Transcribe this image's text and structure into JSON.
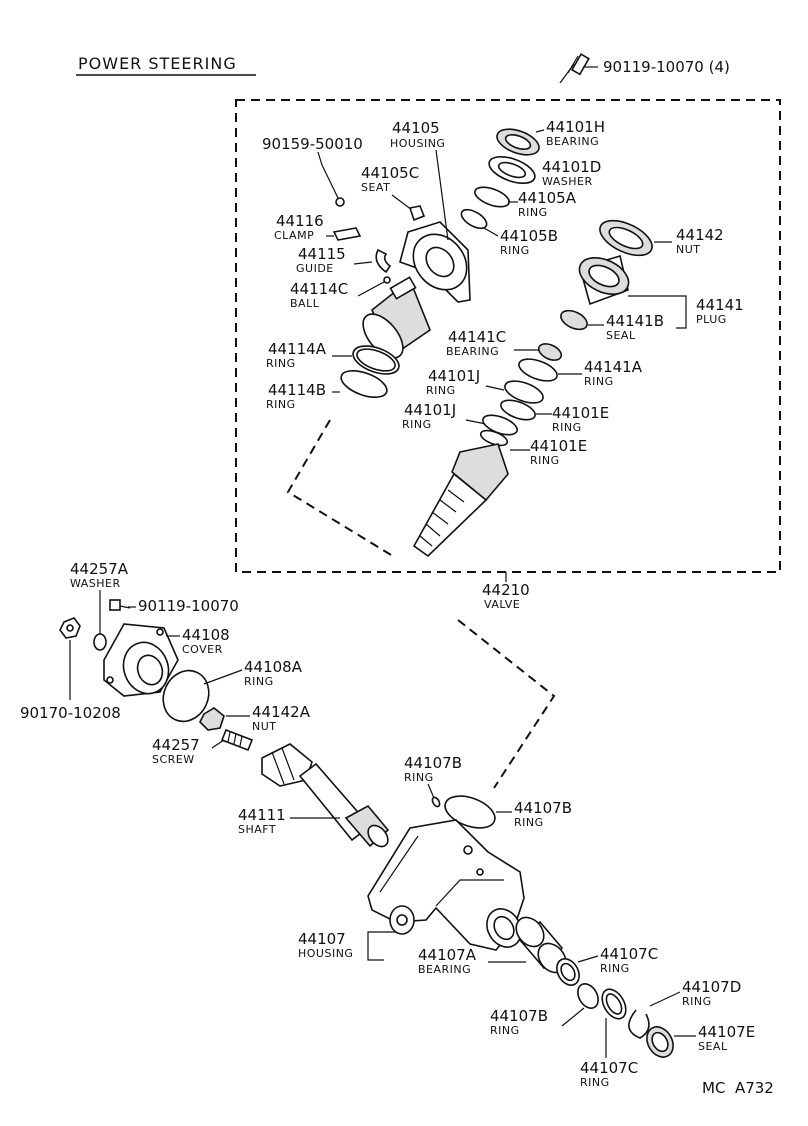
{
  "title": "POWER STEERING",
  "diagram_code": "MC  A732",
  "callouts": {
    "bolt_top": {
      "number": "90119-10070 (4)",
      "name": ""
    },
    "screw_50010": {
      "number": "90159-50010",
      "name": ""
    },
    "housing_valve": {
      "number": "44105",
      "name": "HOUSING"
    },
    "seat": {
      "number": "44105C",
      "name": "SEAT"
    },
    "clamp": {
      "number": "44116",
      "name": "CLAMP"
    },
    "guide": {
      "number": "44115",
      "name": "GUIDE"
    },
    "ball": {
      "number": "44114C",
      "name": "BALL"
    },
    "ring_44114a": {
      "number": "44114A",
      "name": "RING"
    },
    "ring_44114b": {
      "number": "44114B",
      "name": "RING"
    },
    "bearing_44101h": {
      "number": "44101H",
      "name": "BEARING"
    },
    "washer_44101d": {
      "number": "44101D",
      "name": "WASHER"
    },
    "ring_44105a": {
      "number": "44105A",
      "name": "RING"
    },
    "ring_44105b": {
      "number": "44105B",
      "name": "RING"
    },
    "nut_44142": {
      "number": "44142",
      "name": "NUT"
    },
    "plug_44141": {
      "number": "44141",
      "name": "PLUG"
    },
    "seal_44141b": {
      "number": "44141B",
      "name": "SEAL"
    },
    "bearing_44141c": {
      "number": "44141C",
      "name": "BEARING"
    },
    "ring_44141a": {
      "number": "44141A",
      "name": "RING"
    },
    "ring_44101j_a": {
      "number": "44101J",
      "name": "RING"
    },
    "ring_44101j_b": {
      "number": "44101J",
      "name": "RING"
    },
    "ring_44101e_a": {
      "number": "44101E",
      "name": "RING"
    },
    "ring_44101e_b": {
      "number": "44101E",
      "name": "RING"
    },
    "valve": {
      "number": "44210",
      "name": "VALVE"
    },
    "washer_44257a": {
      "number": "44257A",
      "name": "WASHER"
    },
    "bolt_side": {
      "number": "90119-10070",
      "name": ""
    },
    "cover": {
      "number": "44108",
      "name": "COVER"
    },
    "ring_44108a": {
      "number": "44108A",
      "name": "RING"
    },
    "nut_90170": {
      "number": "90170-10208",
      "name": ""
    },
    "nut_44142a": {
      "number": "44142A",
      "name": "NUT"
    },
    "screw_44257": {
      "number": "44257",
      "name": "SCREW"
    },
    "shaft": {
      "number": "44111",
      "name": "SHAFT"
    },
    "ring_44107b_small": {
      "number": "44107B",
      "name": "RING"
    },
    "ring_44107b_right": {
      "number": "44107B",
      "name": "RING"
    },
    "housing_main": {
      "number": "44107",
      "name": "HOUSING"
    },
    "bearing_44107a": {
      "number": "44107A",
      "name": "BEARING"
    },
    "ring_44107c_a": {
      "number": "44107C",
      "name": "RING"
    },
    "ring_44107b_low": {
      "number": "44107B",
      "name": "RING"
    },
    "ring_44107d": {
      "number": "44107D",
      "name": "RING"
    },
    "seal_44107e": {
      "number": "44107E",
      "name": "SEAL"
    },
    "ring_44107c_b": {
      "number": "44107C",
      "name": "RING"
    }
  }
}
